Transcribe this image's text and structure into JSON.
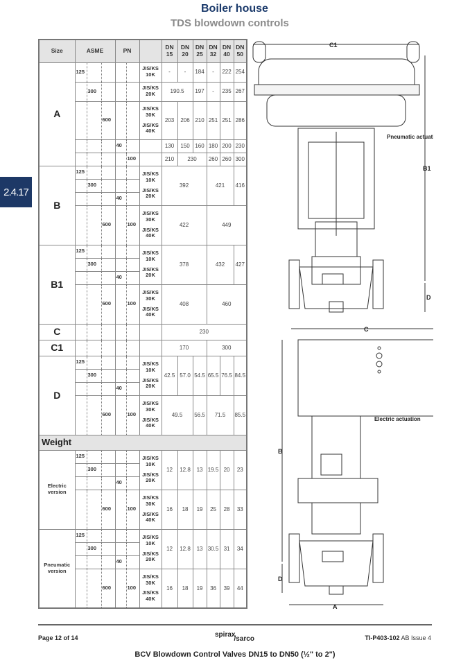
{
  "header": {
    "title": "Boiler house",
    "subtitle": "TDS blowdown controls"
  },
  "section_tab": "2.4.17",
  "table": {
    "header": {
      "size": "Size",
      "asme": "ASME",
      "pn": "PN",
      "dn": [
        "DN 15",
        "DN 20",
        "DN 25",
        "DN 32",
        "DN 40",
        "DN 50"
      ]
    },
    "asme": [
      "125",
      "300",
      "600"
    ],
    "pn": [
      "40",
      "100"
    ],
    "jis": {
      "k10": "JIS/KS 10K",
      "k20": "JIS/KS 20K",
      "k30": "JIS/KS 30K",
      "k40": "JIS/KS 40K"
    },
    "A": {
      "label": "A",
      "r125": [
        "-",
        "-",
        "184",
        "-",
        "222",
        "254"
      ],
      "r300": [
        "190.5",
        "197",
        "-",
        "235",
        "267"
      ],
      "r600": [
        "203",
        "206",
        "210",
        "251",
        "251",
        "286"
      ],
      "r40": [
        "130",
        "150",
        "160",
        "180",
        "200",
        "230"
      ],
      "r100": [
        "210",
        "230",
        "260",
        "260",
        "300"
      ]
    },
    "B": {
      "label": "B",
      "low": [
        "392",
        "421",
        "416"
      ],
      "high": [
        "422",
        "449"
      ]
    },
    "B1": {
      "label": "B1",
      "low": [
        "378",
        "432",
        "427"
      ],
      "high": [
        "408",
        "460"
      ]
    },
    "C": {
      "label": "C",
      "value": "230"
    },
    "C1": {
      "label": "C1",
      "values": [
        "170",
        "300"
      ]
    },
    "D": {
      "label": "D",
      "low": [
        "42.5",
        "57.0",
        "54.5",
        "65.5",
        "76.5",
        "84.5"
      ],
      "high": [
        "49.5",
        "56.5",
        "71.5",
        "85.5"
      ]
    },
    "weight": {
      "title": "Weight",
      "electric": {
        "label": "Electric version",
        "low": [
          "12",
          "12.8",
          "13",
          "19.5",
          "20",
          "23"
        ],
        "high": [
          "16",
          "18",
          "19",
          "25",
          "28",
          "33"
        ]
      },
      "pneumatic": {
        "label": "Pneumatic version",
        "low": [
          "12",
          "12.8",
          "13",
          "30.5",
          "31",
          "34"
        ],
        "high": [
          "16",
          "18",
          "19",
          "36",
          "39",
          "44"
        ]
      }
    }
  },
  "diagram": {
    "labels": {
      "c1": "C1",
      "b1": "B1",
      "d": "D",
      "c": "C",
      "b": "B",
      "a": "A",
      "pneumatic": "Pneumatic actuation",
      "electric": "Electric actuation"
    }
  },
  "footer": {
    "page": "Page 12 of 14",
    "logo": "spirax sarco",
    "doc_code": "TI-P403-102",
    "doc_issue": "AB Issue 4",
    "title": "BCV Blowdown Control Valves DN15 to DN50 (½\" to 2\")"
  }
}
